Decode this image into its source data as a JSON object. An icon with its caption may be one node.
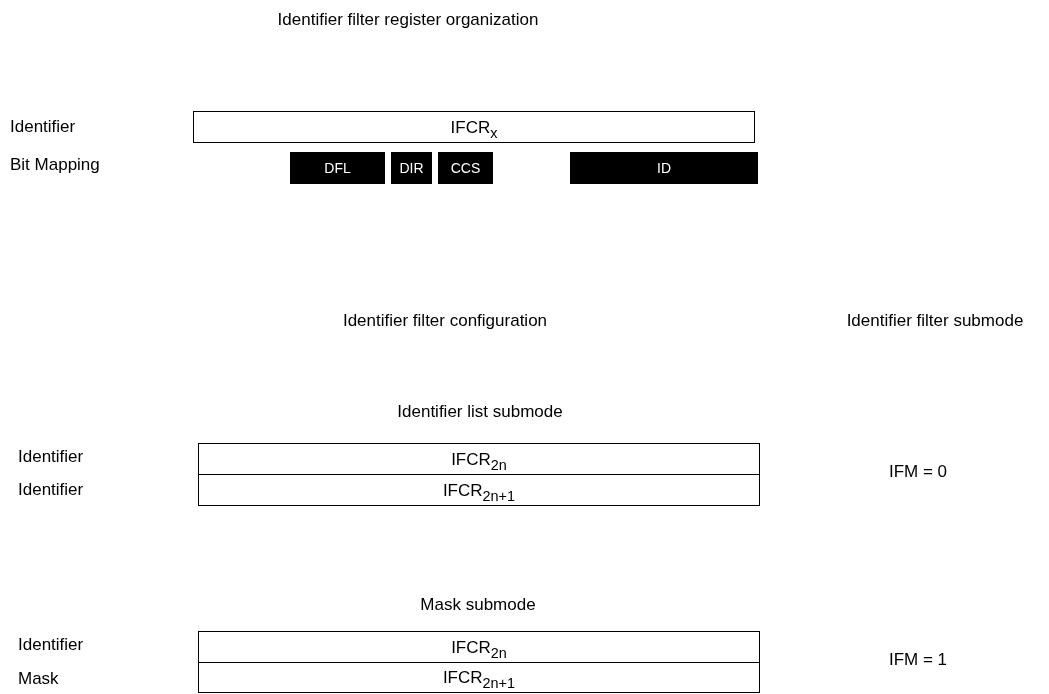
{
  "diagram": {
    "title": "Identifier filter register organization",
    "nodes": [
      {
        "text": [
          "IFCR$_{x}$"
        ]
      },
      {
        "text": [
          "DFL"
        ]
      },
      {
        "text": [
          "DIR"
        ]
      },
      {
        "text": [
          "CCS"
        ]
      },
      {
        "text": [
          "ID"
        ]
      },
      {
        "text": [
          "IFCR$_{2n}$"
        ]
      },
      {
        "text": [
          "IFCR$_{2n+1}$"
        ]
      },
      {
        "text": [
          "IFCR$_{2n}$"
        ]
      },
      {
        "text": [
          "IFCR$_{2n+1}$"
        ]
      }
    ],
    "labels": [
      "Identifier",
      "Bit Mapping",
      "Identifier filter configuration",
      "Identifier filter submode",
      "Identifier list submode",
      "Identifier",
      "Identifier",
      "IFM = 0",
      "Mask submode",
      "Identifier",
      "Mask",
      "IFM = 1"
    ]
  }
}
